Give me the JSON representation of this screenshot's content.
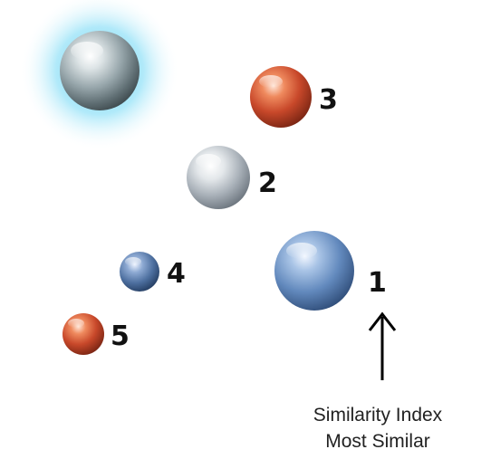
{
  "diagram": {
    "spheres": [
      {
        "id": "target",
        "label": "",
        "color": "#b7c3c6",
        "highlight_color": "#7fdcf5"
      },
      {
        "id": "rank-3",
        "label": "3",
        "color": "#d9653c"
      },
      {
        "id": "rank-2",
        "label": "2",
        "color": "#c0c6cc"
      },
      {
        "id": "rank-4",
        "label": "4",
        "color": "#6f90bb"
      },
      {
        "id": "rank-1",
        "label": "1",
        "color": "#7fa3cf"
      },
      {
        "id": "rank-5",
        "label": "5",
        "color": "#c2653a"
      }
    ],
    "arrow_icon": "up-arrow-icon",
    "caption": {
      "line1": "Similarity Index",
      "line2": "Most Similar"
    }
  }
}
